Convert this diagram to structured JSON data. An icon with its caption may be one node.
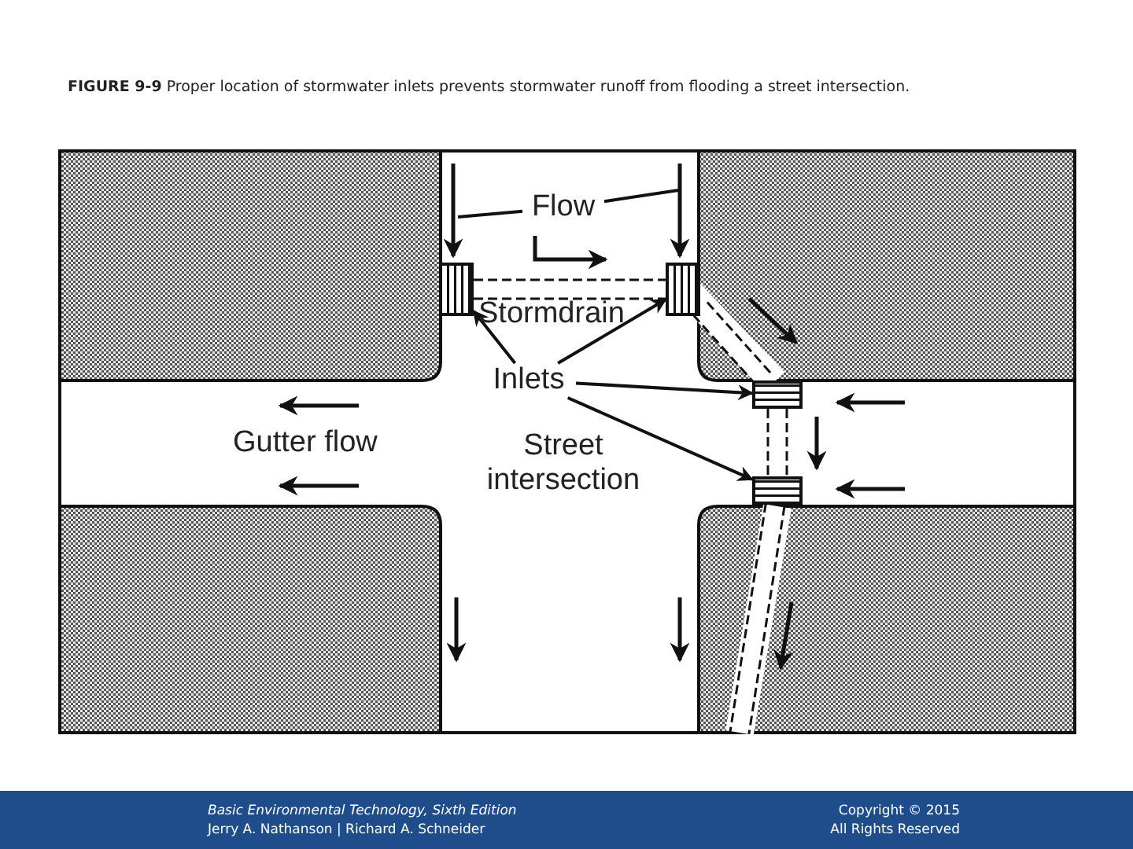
{
  "diagram": {
    "title": "**FIGURE 9-9** Proper location of stormwater inlets prevents stormwater runoff from flooding a street intersection.",
    "nodes": [
      {
        "text": [
          "Flow"
        ]
      },
      {
        "text": [
          "Inlets"
        ]
      },
      {
        "text": [],
        "shape": "box"
      },
      {
        "text": [],
        "shape": "box"
      },
      {
        "text": [],
        "shape": "box"
      },
      {
        "text": [],
        "shape": "box"
      }
    ],
    "edges": [
      {
        "from": 0,
        "to": null,
        "arrow": "none"
      },
      {
        "from": 0,
        "to": null,
        "arrow": "none"
      },
      {
        "from": 1,
        "to": 2,
        "arrow": "to"
      },
      {
        "from": 1,
        "to": 3,
        "arrow": "to"
      },
      {
        "from": 1,
        "to": 4,
        "arrow": "to"
      },
      {
        "from": 1,
        "to": 5,
        "arrow": "to"
      },
      {
        "from": 2,
        "to": 3,
        "arrow": "none",
        "style": "dashed"
      },
      {
        "from": 3,
        "to": 4,
        "arrow": "none",
        "style": "dashed"
      },
      {
        "from": 4,
        "to": 5,
        "arrow": "none",
        "style": "dashed"
      },
      {
        "from": 5,
        "to": null,
        "arrow": "none",
        "style": "dashed"
      }
    ],
    "labels": [
      "Stormdrain",
      "Gutter flow",
      "Street intersection",
      "Basic Environmental Technology, Sixth Edition",
      "Jerry A. Nathanson | Richard A. Schneider",
      "Copyright © 2015",
      "All Rights Reserved"
    ]
  }
}
